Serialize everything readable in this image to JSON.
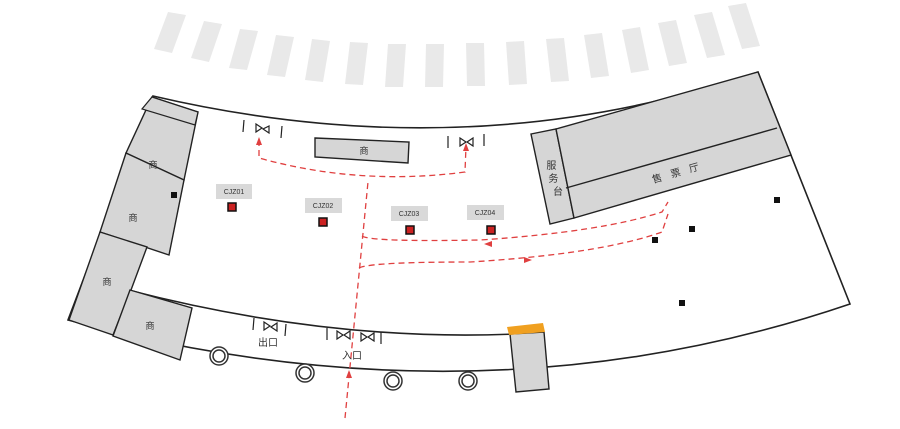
{
  "colors": {
    "wall": "#222222",
    "room_fill": "#d6d6d6",
    "stripe": "#e9e9e9",
    "route": "#e04040",
    "sensor_fill": "#cc2222",
    "sensor_tag": "#d9d9d9",
    "marker": "#f0a020",
    "dot": "#111111"
  },
  "shops": {
    "top_center": "商",
    "left_upper": "商",
    "left_middle": "商",
    "left_lower": "商",
    "bottom_left": "商"
  },
  "service_desk": "服务台",
  "ticket_hall": "售 票 厅",
  "gates": {
    "exit": "出口",
    "entrance": "入口"
  },
  "sensors": [
    {
      "id": "CJZ01"
    },
    {
      "id": "CJZ02"
    },
    {
      "id": "CJZ03"
    },
    {
      "id": "CJZ04"
    }
  ]
}
